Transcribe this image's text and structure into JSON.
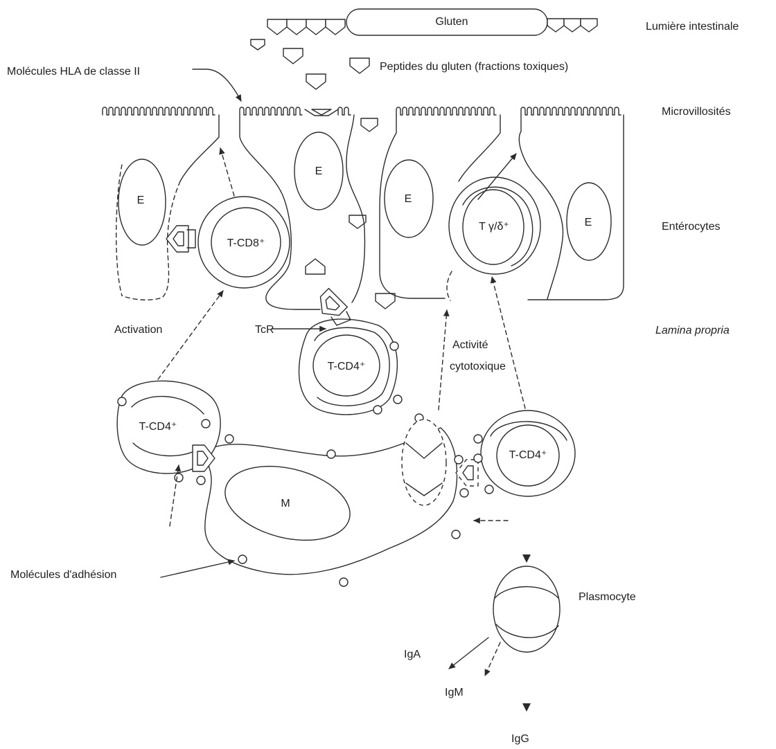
{
  "labels": {
    "gluten": "Gluten",
    "lumen": "Lumière intestinale",
    "hla_class_ii": "Molécules HLA de classe II",
    "gluten_peptides": "Peptides du gluten (fractions toxiques)",
    "microvilli": "Microvillosités",
    "enterocytes": "Entérocytes",
    "activation": "Activation",
    "tcr": "TcR",
    "lamina_propria": "Lamina propria",
    "cytotoxic_activity": [
      "Activité",
      "cytotoxique"
    ],
    "adhesion_molecules": "Molécules d'adhésion",
    "plasmocyte": "Plasmocyte"
  },
  "cells": {
    "enterocyte_nuclei": [
      "E",
      "E",
      "E",
      "E"
    ],
    "t_cd8": "T-CD8⁺",
    "t_gamma_delta": "T γ/δ⁺",
    "t_cd4": [
      "T-CD4⁺",
      "T-CD4⁺",
      "T-CD4⁺"
    ],
    "macrophage_nucleus": "M"
  },
  "immunoglobulins": [
    "IgA",
    "IgM",
    "IgG"
  ]
}
